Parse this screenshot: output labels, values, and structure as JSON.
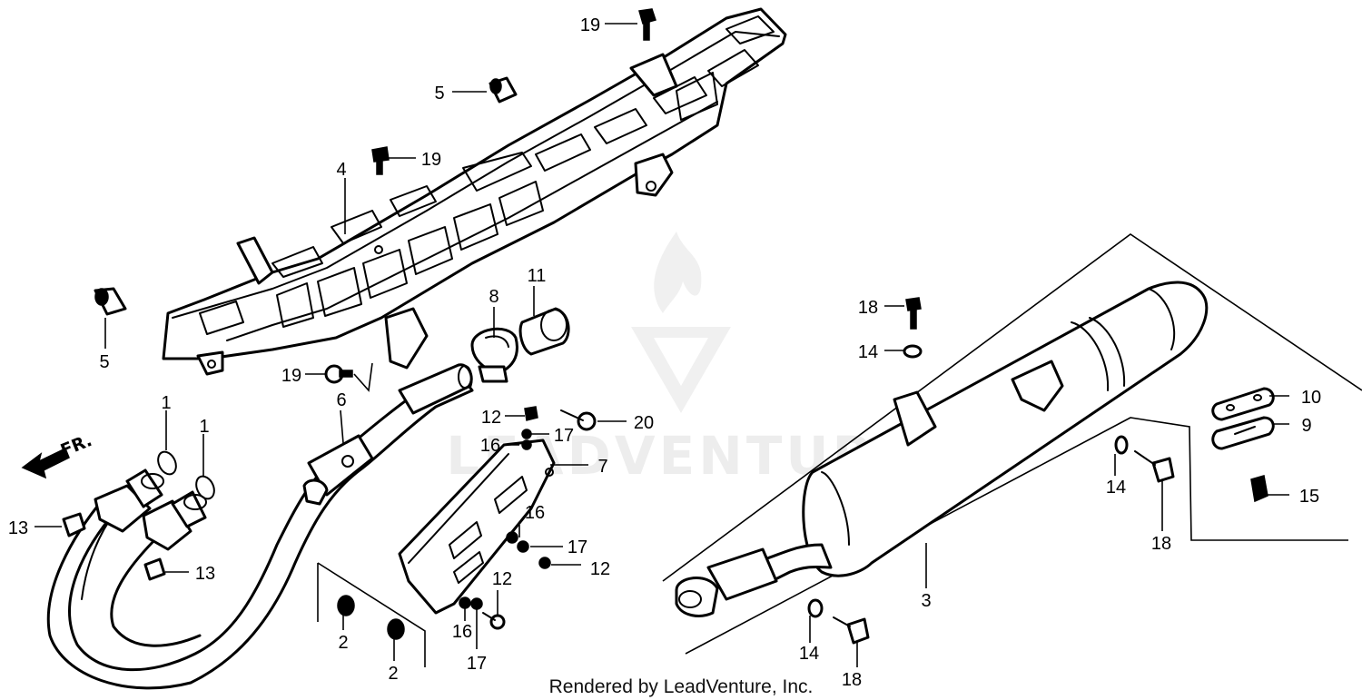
{
  "watermark": {
    "text": "LEADVENTURE"
  },
  "credit": "Rendered by LeadVenture, Inc.",
  "direction_label": "FR.",
  "labels": {
    "l19_top": "19",
    "l5_top": "5",
    "l19_mid": "19",
    "l4": "4",
    "l5_left": "5",
    "l11": "11",
    "l8": "8",
    "l19_low": "19",
    "l6": "6",
    "l20": "20",
    "l12_a": "12",
    "l17_a": "17",
    "l16_a": "16",
    "l7": "7",
    "l1_a": "1",
    "l1_b": "1",
    "l13_a": "13",
    "l13_b": "13",
    "l16_b": "16",
    "l17_b": "17",
    "l12_b": "12",
    "l12_c": "12",
    "l16_c": "16",
    "l17_c": "17",
    "l2_a": "2",
    "l2_b": "2",
    "l18_a": "18",
    "l14_a": "14",
    "l10": "10",
    "l9": "9",
    "l14_b": "14",
    "l15": "15",
    "l18_b": "18",
    "l3": "3",
    "l14_c": "14",
    "l18_c": "18"
  }
}
